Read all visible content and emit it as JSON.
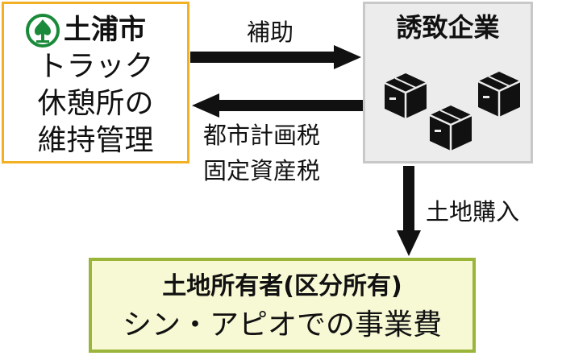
{
  "city": {
    "name": "土浦市",
    "lines": [
      "トラック",
      "休憩所の",
      "維持管理"
    ]
  },
  "company": {
    "title": "誘致企業",
    "icon": "stacked-boxes-icon"
  },
  "owner": {
    "title": "土地所有者(区分所有)",
    "subtitle": "シン・アピオでの事業費"
  },
  "flows": {
    "subsidy": "補助",
    "taxes": [
      "都市計画税",
      "固定資産税"
    ],
    "land_purchase": "土地購入"
  },
  "colors": {
    "city_border": "#f2b125",
    "company_border": "#c8c8c8",
    "company_fill": "#ececec",
    "owner_border": "#9bb53a",
    "owner_fill": "#f7f8d4",
    "emblem_green": "#1a8a3a",
    "arrow": "#111111"
  }
}
